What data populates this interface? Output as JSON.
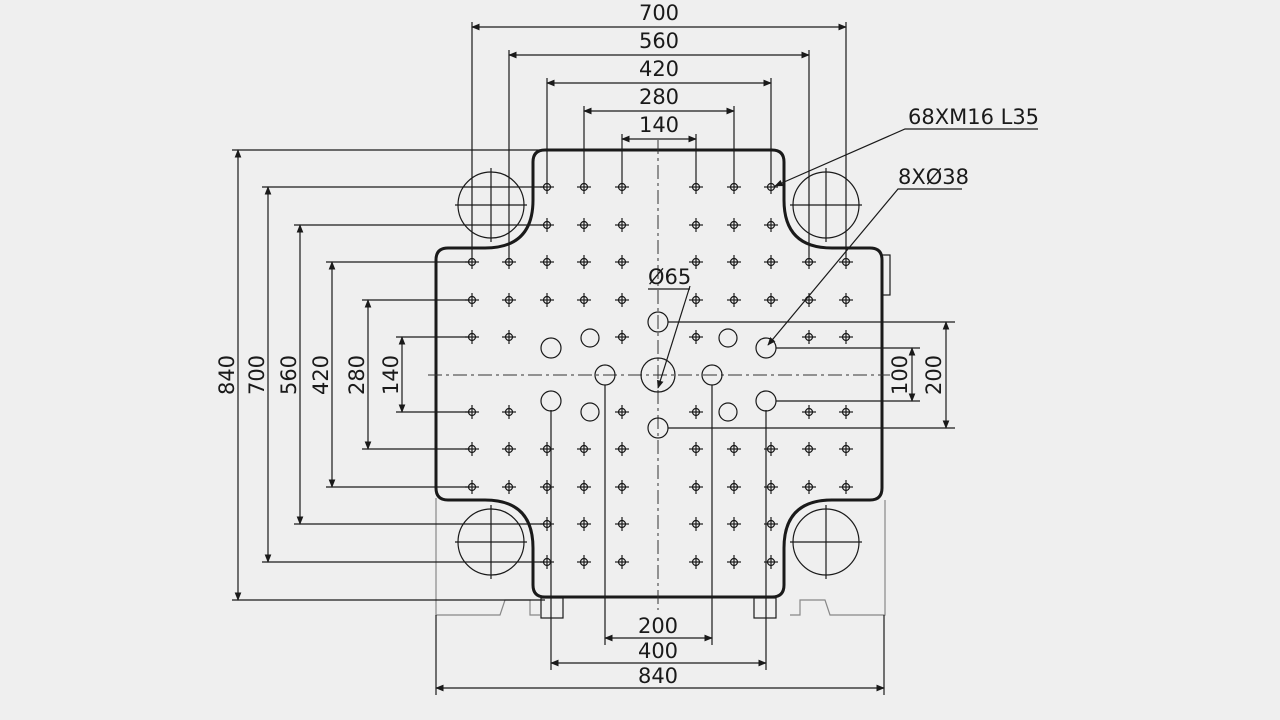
{
  "labels": {
    "top_dims": [
      "700",
      "560",
      "420",
      "280",
      "140"
    ],
    "left_dims": [
      "840",
      "700",
      "560",
      "420",
      "280",
      "140"
    ],
    "right_dims": [
      "100",
      "200"
    ],
    "bottom_dims": [
      "200",
      "400",
      "840"
    ],
    "callout_threads": "68XM16 L35",
    "callout_holes": "8XØ38",
    "callout_center": "Ø65"
  },
  "colors": {
    "background": "#efefef",
    "line": "#1a1a1a",
    "base_outline": "#888888"
  }
}
